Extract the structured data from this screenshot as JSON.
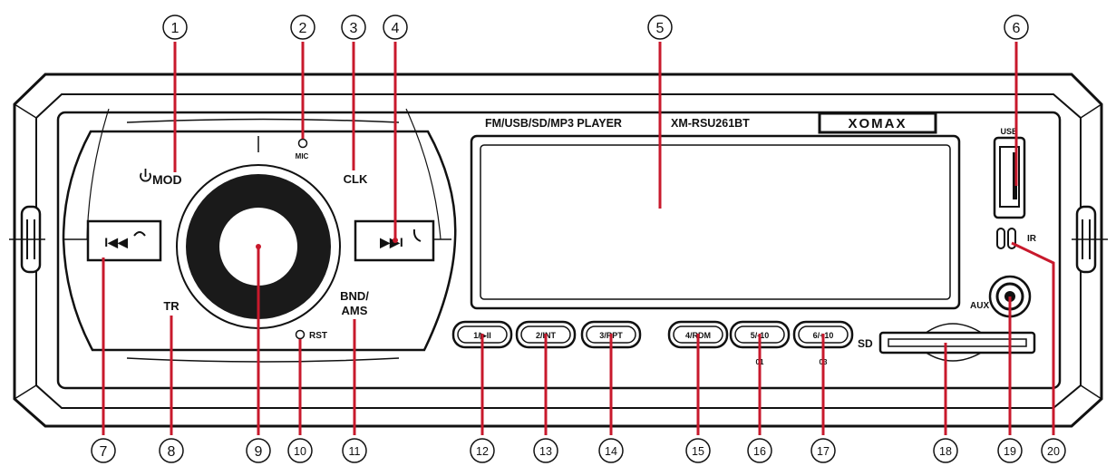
{
  "callouts": [
    {
      "num": "1"
    },
    {
      "num": "2"
    },
    {
      "num": "3"
    },
    {
      "num": "4"
    },
    {
      "num": "5"
    },
    {
      "num": "6"
    },
    {
      "num": "7"
    },
    {
      "num": "8"
    },
    {
      "num": "9"
    },
    {
      "num": "10"
    },
    {
      "num": "11"
    },
    {
      "num": "12"
    },
    {
      "num": "13"
    },
    {
      "num": "14"
    },
    {
      "num": "15"
    },
    {
      "num": "16"
    },
    {
      "num": "17"
    },
    {
      "num": "18"
    },
    {
      "num": "19"
    },
    {
      "num": "20"
    }
  ],
  "device": {
    "product_line": "FM/USB/SD/MP3 PLAYER",
    "model": "XM-RSU261BT",
    "brand": "XOMAX"
  },
  "labels": {
    "mod": "MOD",
    "mic": "MIC",
    "clk": "CLK",
    "tr": "TR",
    "rst": "RST",
    "bnd": "BND/",
    "ams": "AMS",
    "usb": "USB",
    "ir": "IR",
    "aux": "AUX",
    "sd": "SD",
    "sub16": "01",
    "sub17": "03"
  },
  "buttons": {
    "prev": "I◀◀",
    "next": "▶▶I",
    "b1": "1/▶II",
    "b2": "2/INT",
    "b3": "3/RPT",
    "b4": "4/RDM",
    "b5": "5/-10",
    "b6": "6/+10"
  },
  "colors": {
    "accent": "#c8192c",
    "line": "#111111",
    "knob": "#1a1a1a"
  }
}
